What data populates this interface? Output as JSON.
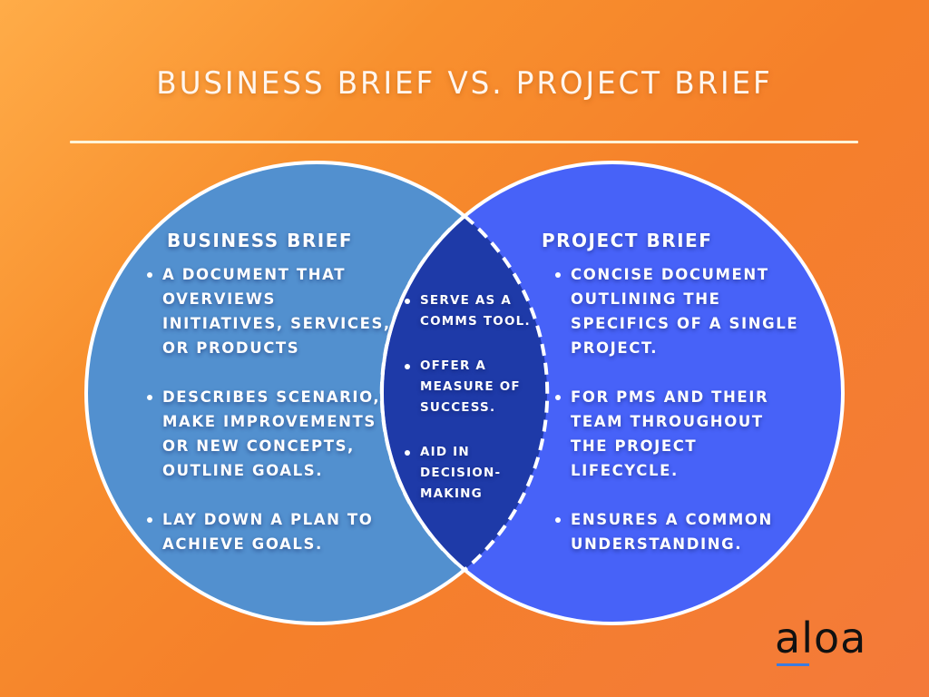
{
  "title": "BUSINESS BRIEF VS. PROJECT BRIEF",
  "colors": {
    "background_start": "#FFAC48",
    "background_end": "#F47A3A",
    "business_circle": "#5290CF",
    "project_circle": "#4762F8",
    "overlap": "#1E3AA8",
    "outline": "#FFFFFF",
    "logo_accent": "#3B7BE0"
  },
  "business_brief": {
    "heading": "BUSINESS BRIEF",
    "items": [
      {
        "lines": [
          "A DOCUMENT THAT",
          "OVERVIEWS",
          "INITIATIVES, SERVICES,",
          "OR PRODUCTS"
        ]
      },
      {
        "lines": [
          "DESCRIBES SCENARIO,",
          "MAKE IMPROVEMENTS",
          "OR NEW CONCEPTS,",
          "OUTLINE GOALS."
        ]
      },
      {
        "lines": [
          "LAY DOWN A PLAN TO",
          "ACHIEVE GOALS."
        ]
      }
    ]
  },
  "overlap": {
    "items": [
      {
        "lines": [
          "SERVE AS A",
          "COMMS TOOL."
        ]
      },
      {
        "lines": [
          "OFFER A",
          "MEASURE OF",
          "SUCCESS."
        ]
      },
      {
        "lines": [
          "AID IN",
          "DECISION-",
          "MAKING"
        ]
      }
    ]
  },
  "project_brief": {
    "heading": "PROJECT BRIEF",
    "items": [
      {
        "lines": [
          "CONCISE DOCUMENT",
          "OUTLINING THE",
          "SPECIFICS OF A SINGLE",
          "PROJECT."
        ]
      },
      {
        "lines": [
          "FOR PMS AND THEIR",
          "TEAM THROUGHOUT",
          "THE PROJECT",
          "LIFECYCLE."
        ]
      },
      {
        "lines": [
          "ENSURES A COMMON",
          "UNDERSTANDING."
        ]
      }
    ]
  },
  "logo": {
    "text": "aloa"
  }
}
